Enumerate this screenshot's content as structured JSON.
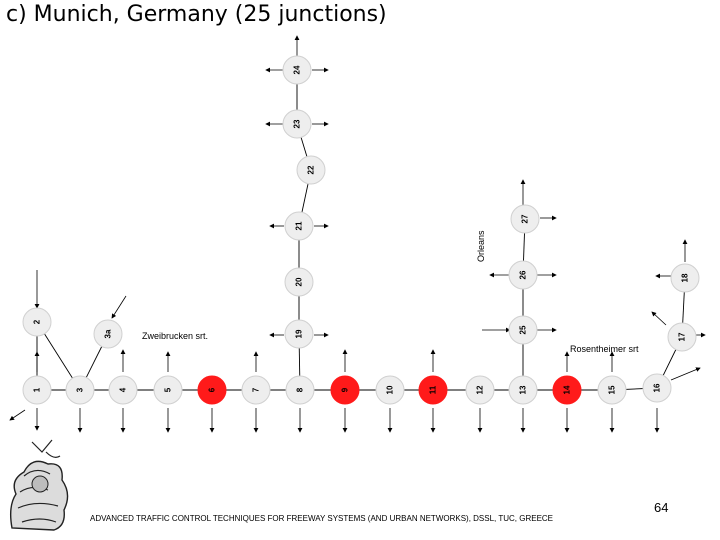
{
  "slide": {
    "title": "c) Munich, Germany (25 junctions)",
    "footer": "ADVANCED TRAFFIC CONTROL TECHNIQUES FOR FREEWAY SYSTEMS (AND URBAN NETWORKS), DSSL, TUC, GREECE",
    "page_number": "64"
  },
  "colors": {
    "highlight": "#ff1a1a",
    "node": "#eeeeee",
    "edge": "#000000"
  },
  "street_labels": [
    "Zweibrucken srt.",
    "Orleans",
    "Rosentheimer srt"
  ],
  "junctions": [
    {
      "label": "1",
      "highlight": false
    },
    {
      "label": "2",
      "highlight": false
    },
    {
      "label": "3",
      "highlight": false
    },
    {
      "label": "3a",
      "highlight": false
    },
    {
      "label": "4",
      "highlight": false
    },
    {
      "label": "5",
      "highlight": false
    },
    {
      "label": "6",
      "highlight": true
    },
    {
      "label": "7",
      "highlight": false
    },
    {
      "label": "8",
      "highlight": false
    },
    {
      "label": "9",
      "highlight": true
    },
    {
      "label": "10",
      "highlight": false
    },
    {
      "label": "11",
      "highlight": true
    },
    {
      "label": "12",
      "highlight": false
    },
    {
      "label": "13",
      "highlight": false
    },
    {
      "label": "14",
      "highlight": true
    },
    {
      "label": "15",
      "highlight": false
    },
    {
      "label": "16",
      "highlight": false
    },
    {
      "label": "17",
      "highlight": false
    },
    {
      "label": "18",
      "highlight": false
    },
    {
      "label": "19",
      "highlight": false
    },
    {
      "label": "20",
      "highlight": false
    },
    {
      "label": "21",
      "highlight": false
    },
    {
      "label": "22",
      "highlight": false
    },
    {
      "label": "23",
      "highlight": false
    },
    {
      "label": "24",
      "highlight": false
    },
    {
      "label": "25",
      "highlight": false
    },
    {
      "label": "26",
      "highlight": false
    },
    {
      "label": "27",
      "highlight": false
    }
  ],
  "links": [
    [
      "1",
      "3"
    ],
    [
      "3",
      "4"
    ],
    [
      "4",
      "5"
    ],
    [
      "5",
      "6"
    ],
    [
      "6",
      "7"
    ],
    [
      "7",
      "8"
    ],
    [
      "8",
      "9"
    ],
    [
      "9",
      "10"
    ],
    [
      "10",
      "11"
    ],
    [
      "11",
      "12"
    ],
    [
      "12",
      "13"
    ],
    [
      "13",
      "14"
    ],
    [
      "14",
      "15"
    ],
    [
      "15",
      "16"
    ],
    [
      "1",
      "2"
    ],
    [
      "2",
      "3"
    ],
    [
      "3",
      "3a"
    ],
    [
      "8",
      "19"
    ],
    [
      "19",
      "20"
    ],
    [
      "20",
      "21"
    ],
    [
      "21",
      "22"
    ],
    [
      "22",
      "23"
    ],
    [
      "23",
      "24"
    ],
    [
      "13",
      "25"
    ],
    [
      "25",
      "26"
    ],
    [
      "26",
      "27"
    ],
    [
      "16",
      "17"
    ],
    [
      "17",
      "18"
    ]
  ]
}
